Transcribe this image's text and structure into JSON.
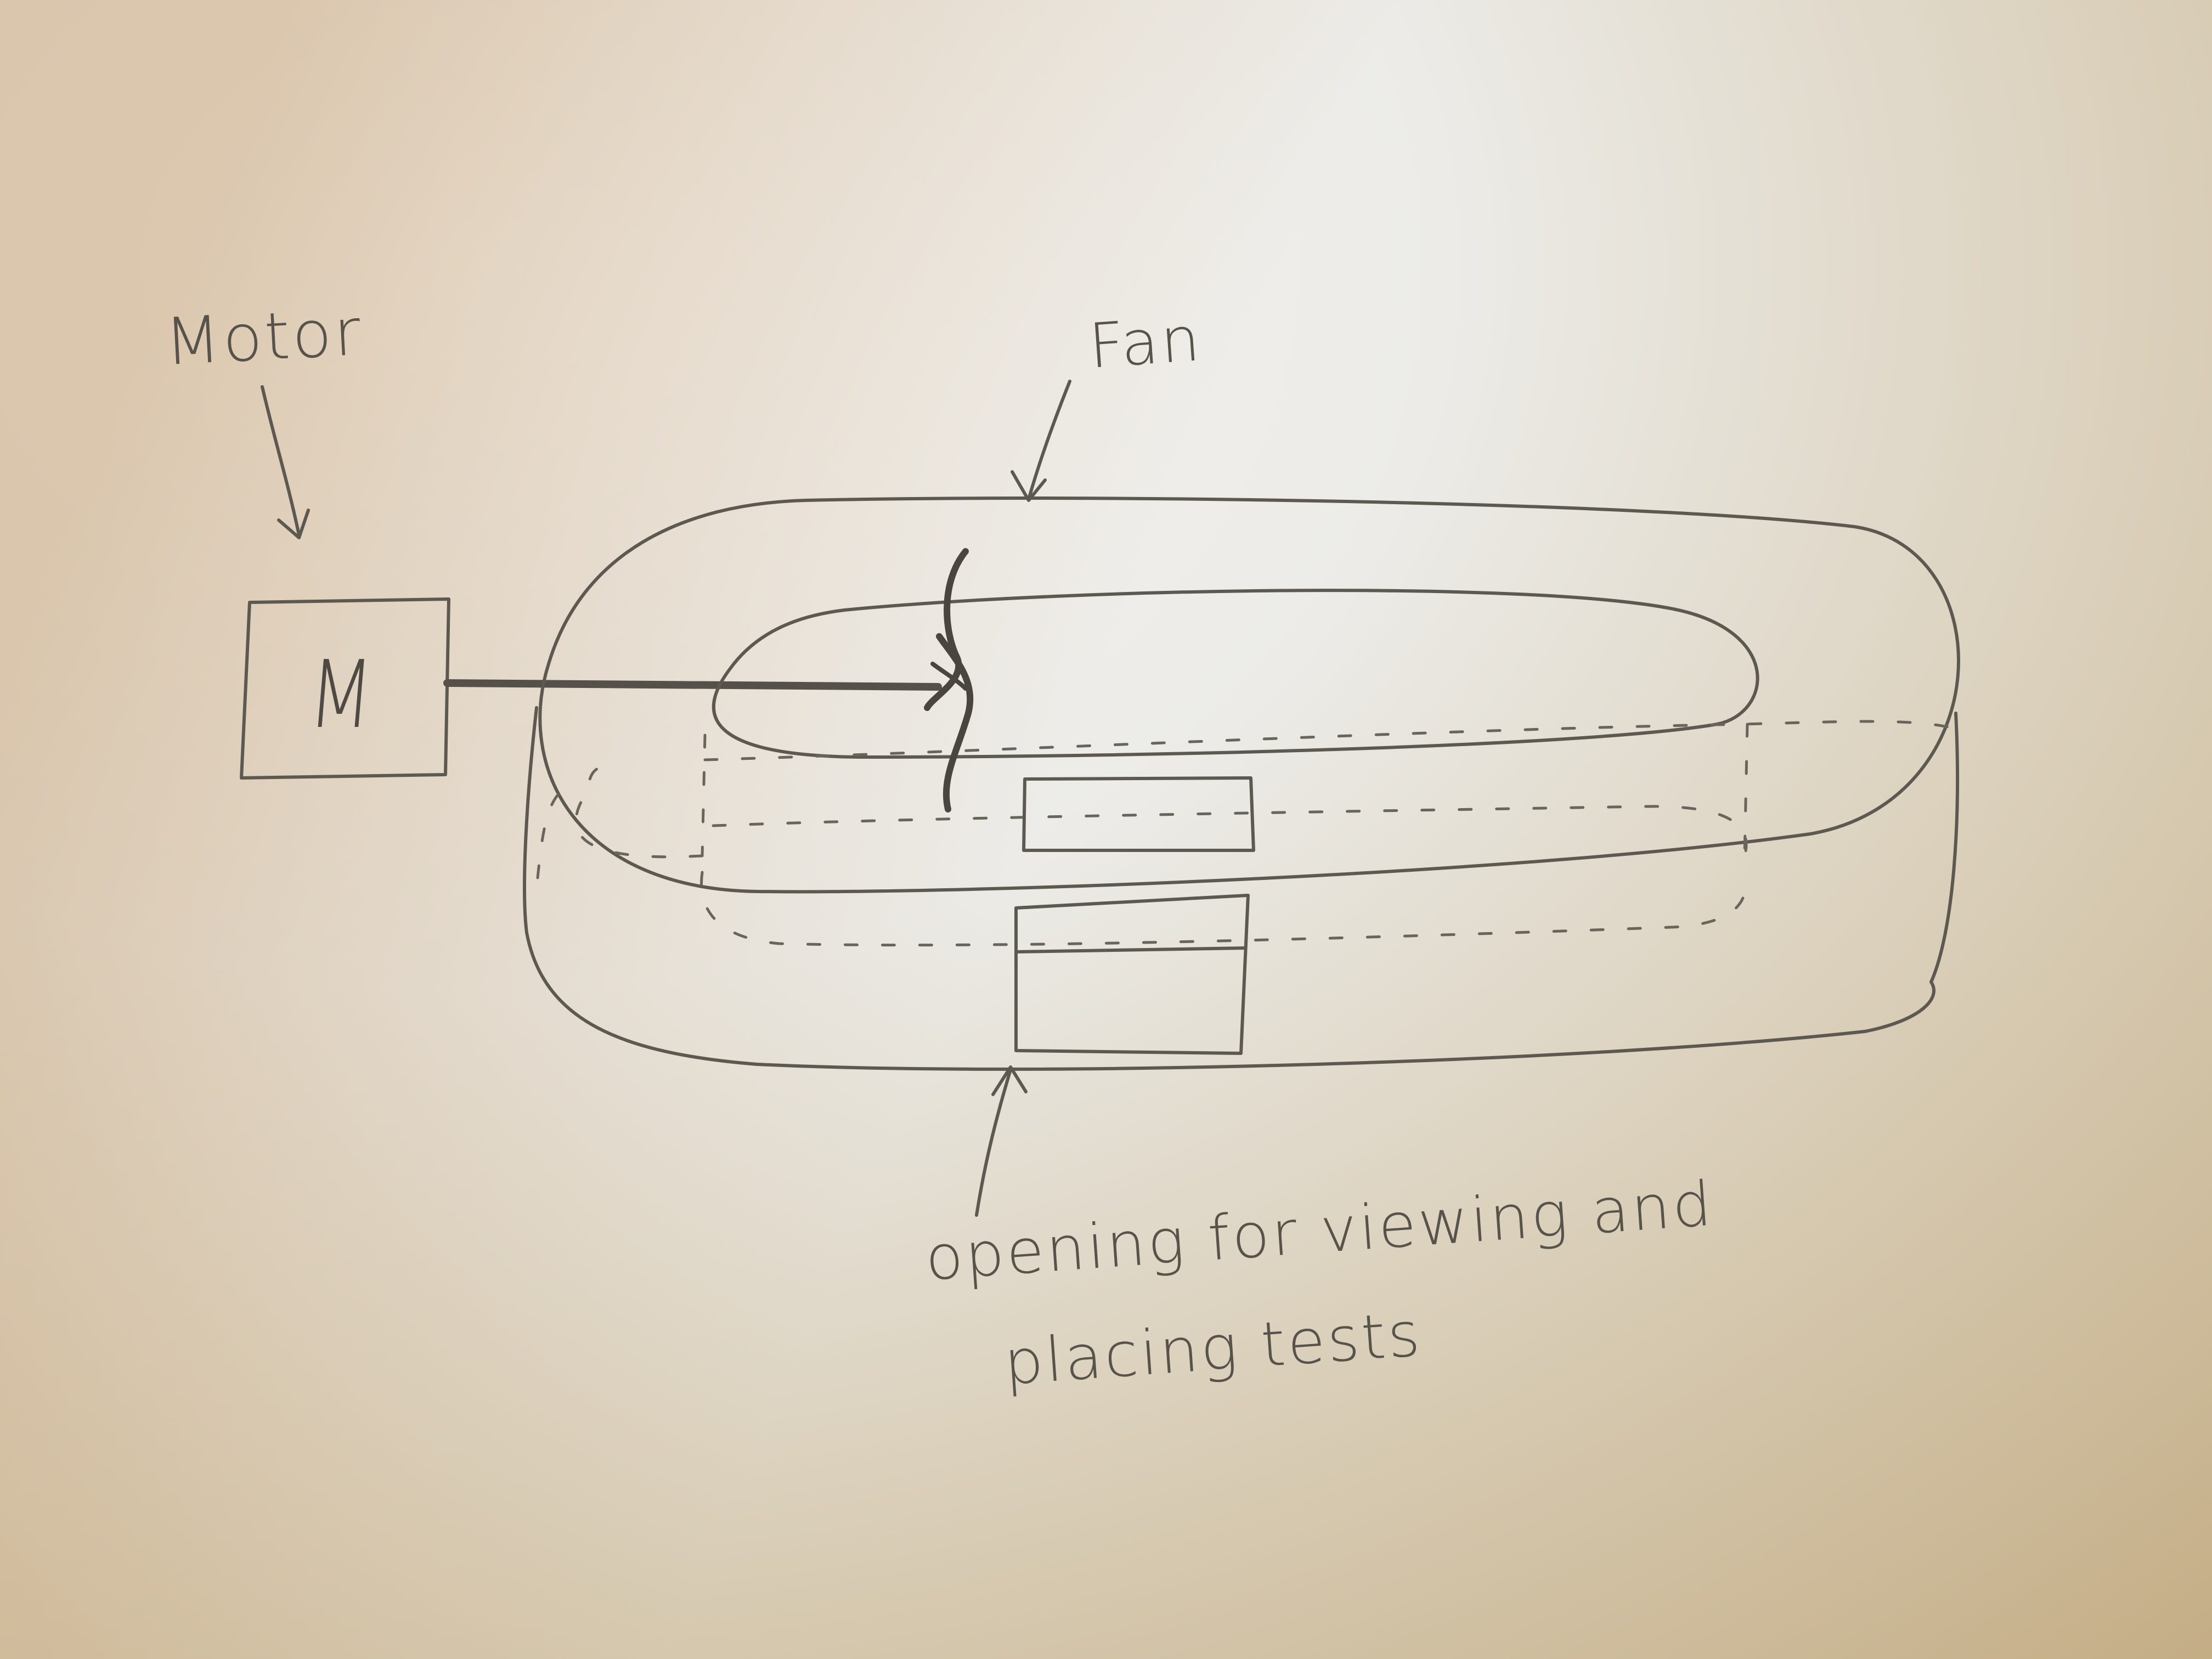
{
  "labels": {
    "motor": "Motor",
    "fan": "Fan",
    "opening_line1": "opening for viewing and",
    "opening_line2": "placing tests"
  },
  "motor_box": {
    "letter": "M"
  },
  "colors": {
    "pencil": "#5d5850",
    "paper_light": "#f4f2ee",
    "paper_warm": "#c9b48f"
  }
}
